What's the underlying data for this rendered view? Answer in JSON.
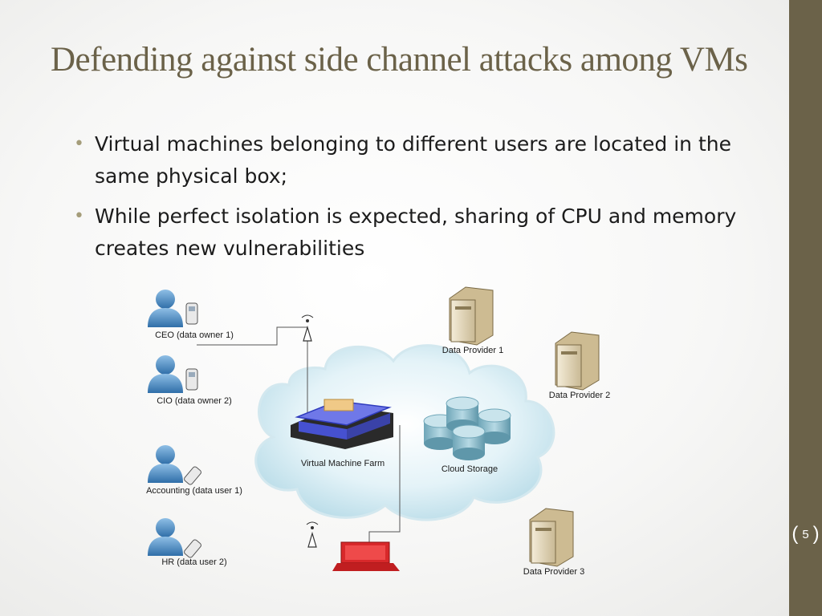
{
  "slide": {
    "title": "Defending against side channel attacks among VMs",
    "number": "5",
    "bullets": [
      "Virtual machines belonging to different users are located in the same physical box;",
      "While perfect isolation is expected, sharing of CPU and memory creates new vulnerabilities"
    ]
  },
  "diagram": {
    "users": [
      "CEO (data owner 1)",
      "CIO (data owner 2)",
      "Accounting (data user 1)",
      "HR (data user 2)"
    ],
    "providers": [
      "Data Provider 1",
      "Data Provider 2",
      "Data Provider 3"
    ],
    "vm_farm": "Virtual Machine Farm",
    "cloud_storage": "Cloud Storage"
  },
  "colors": {
    "accent": "#6b6249",
    "bullet": "#a59d7a",
    "person": "#4a86c0",
    "cloud": "#d6ecf3"
  }
}
